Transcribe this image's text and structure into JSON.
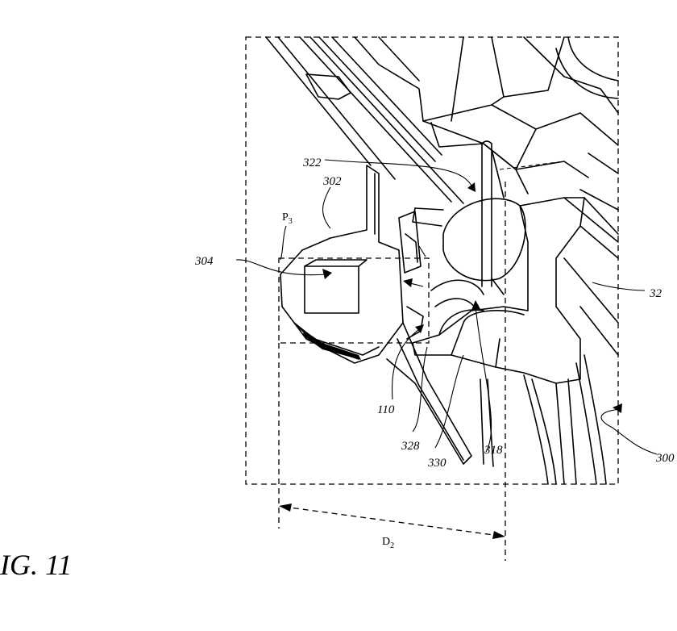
{
  "figure": {
    "caption": "IG. 11",
    "reference_numerals": [
      {
        "id": "300",
        "text": "300"
      },
      {
        "id": "302",
        "text": "302"
      },
      {
        "id": "304",
        "text": "304"
      },
      {
        "id": "322",
        "text": "322"
      },
      {
        "id": "32x",
        "text": "32"
      },
      {
        "id": "110",
        "text": "110"
      },
      {
        "id": "328",
        "text": "328"
      },
      {
        "id": "330",
        "text": "330"
      },
      {
        "id": "318",
        "text": "318"
      }
    ],
    "symbols": {
      "p": "P",
      "p_sub": "3",
      "d": "D",
      "d_sub": "2"
    }
  }
}
